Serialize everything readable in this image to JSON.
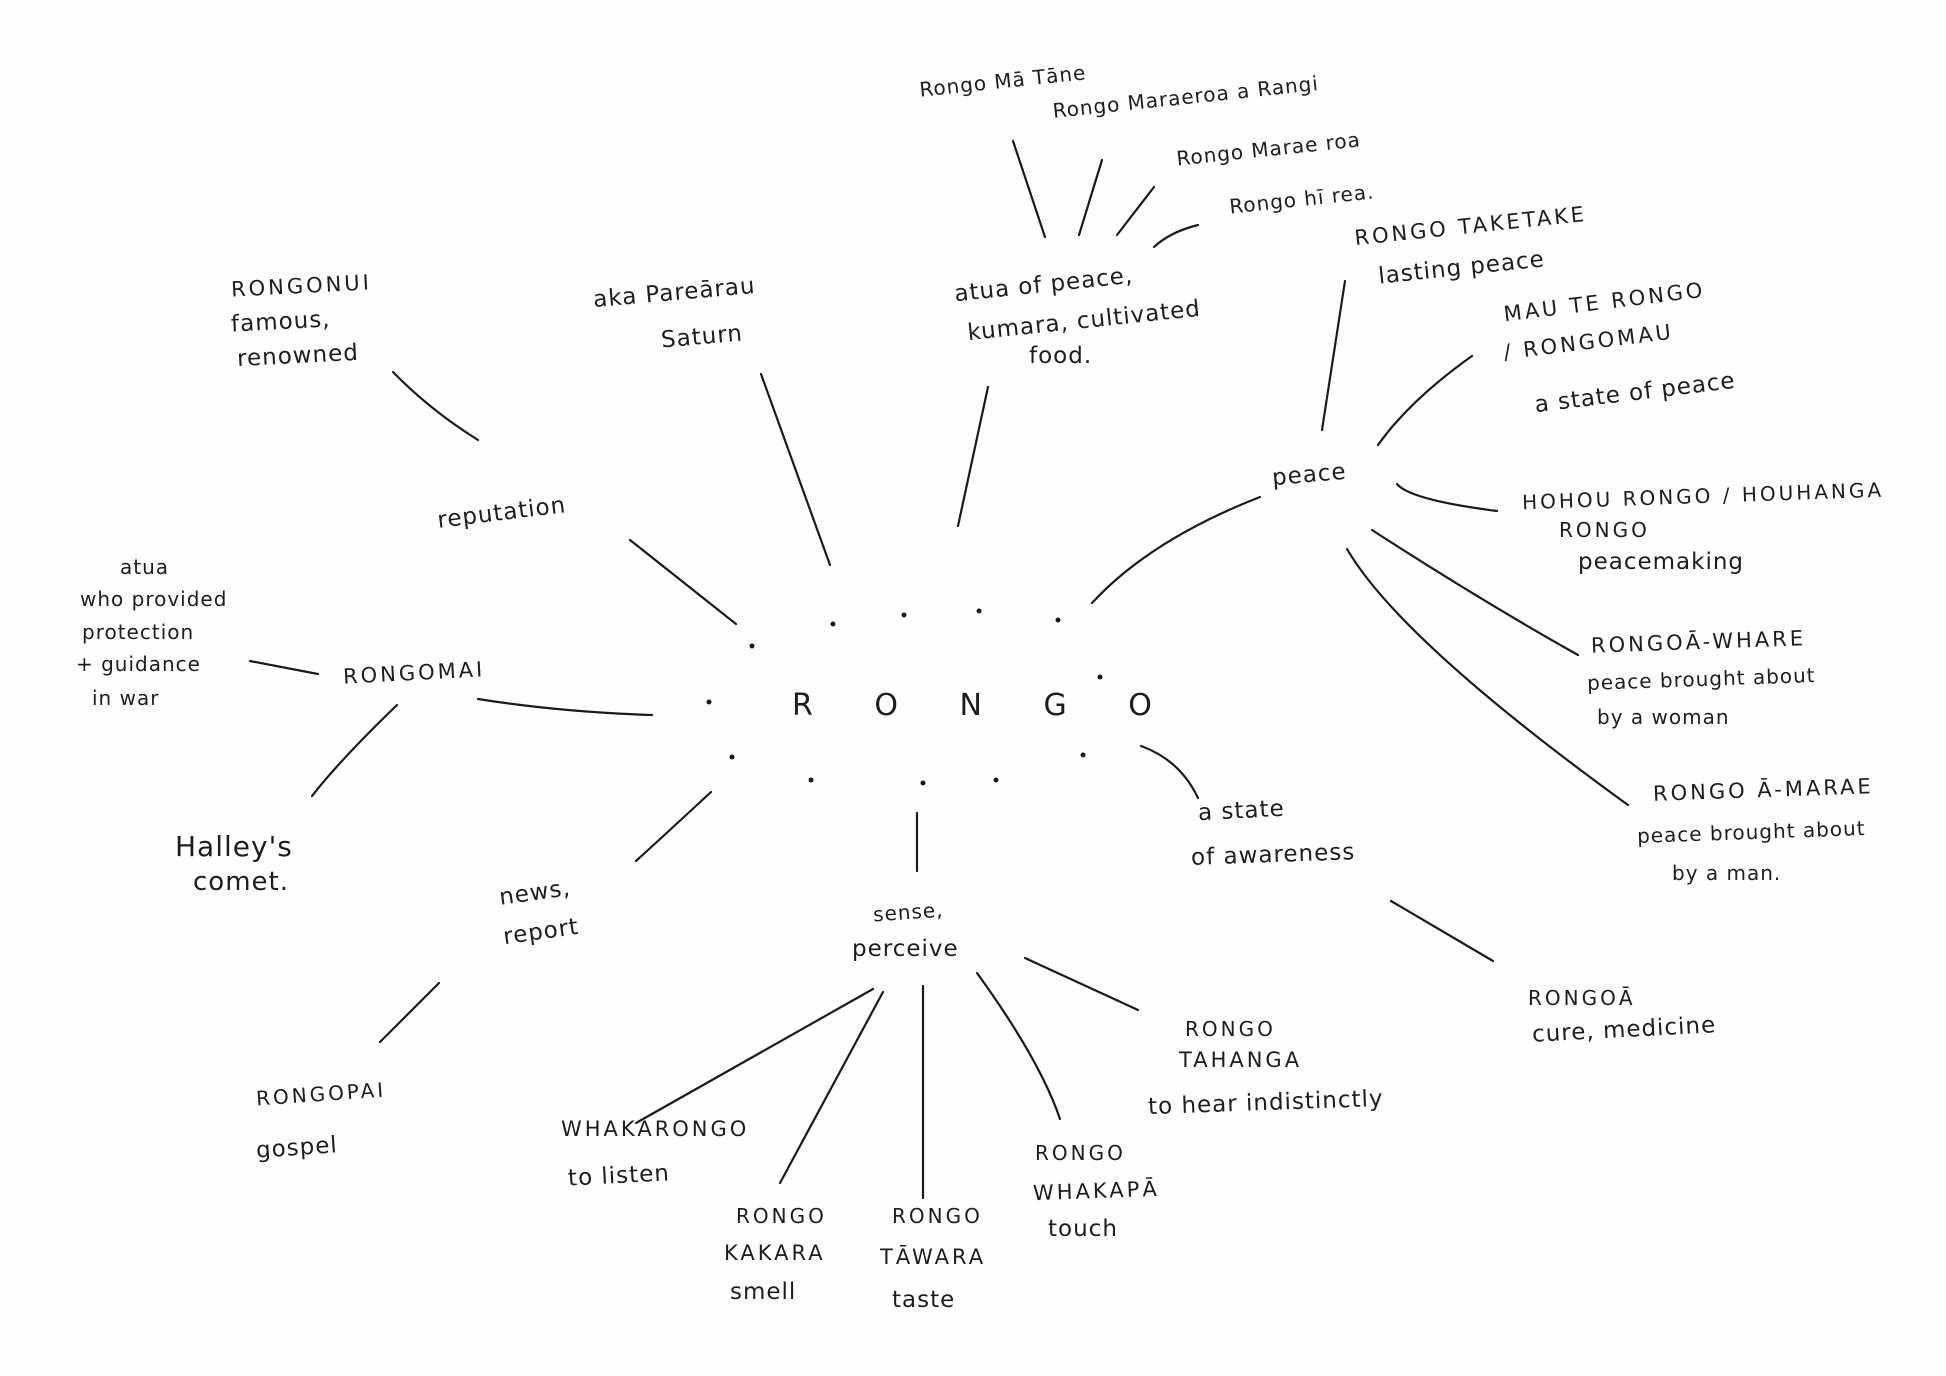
{
  "center": "R O N G O",
  "top": {
    "names": [
      "Rongo Mā Tāne",
      "Rongo Maraeroa a Rangi",
      "Rongo Marae roa",
      "Rongo hī rea."
    ],
    "atua": [
      "atua of peace,",
      "kumara, cultivated",
      "food."
    ],
    "saturn": [
      "aka Pareārau",
      "Saturn"
    ]
  },
  "reputation": {
    "label": "reputation",
    "rongonui": [
      "RONGONUI",
      "famous,",
      "renowned"
    ]
  },
  "rongomai": {
    "label": "RONGOMAI",
    "atua": [
      "atua",
      "who provided",
      "protection",
      "+ guidance",
      "in war"
    ],
    "halley": [
      "Halley's",
      "comet."
    ]
  },
  "peace": {
    "label": "peace",
    "taketake": [
      "RONGO TAKETAKE",
      "lasting peace"
    ],
    "mau": [
      "MAU TE RONGO",
      "/ RONGOMAU",
      "a state of peace"
    ],
    "hohou": [
      "HOHOU RONGO / HOUHANGA",
      "RONGO",
      "peacemaking"
    ],
    "whare": [
      "RONGOĀ-WHARE",
      "peace brought about",
      "by a woman"
    ],
    "marae": [
      "RONGO Ā-MARAE",
      "peace brought about",
      "by a man."
    ]
  },
  "awareness": {
    "label": [
      "a state",
      "of awareness"
    ],
    "rongoa": [
      "RONGOĀ",
      "cure, medicine"
    ]
  },
  "news": {
    "label": [
      "news,",
      "report"
    ],
    "rongopai": [
      "RONGOPAI",
      "gospel"
    ]
  },
  "sense": {
    "label": [
      "sense,",
      "perceive"
    ],
    "whakarongo": [
      "WHAKARONGO",
      "to listen"
    ],
    "kakara": [
      "RONGO",
      "KAKARA",
      "smell"
    ],
    "tawara": [
      "RONGO",
      "TĀWARA",
      "taste"
    ],
    "whakapa": [
      "RONGO",
      "WHAKAPĀ",
      "touch"
    ],
    "tahanga": [
      "RONGO",
      "TAHANGA",
      "to hear indistinctly"
    ]
  }
}
